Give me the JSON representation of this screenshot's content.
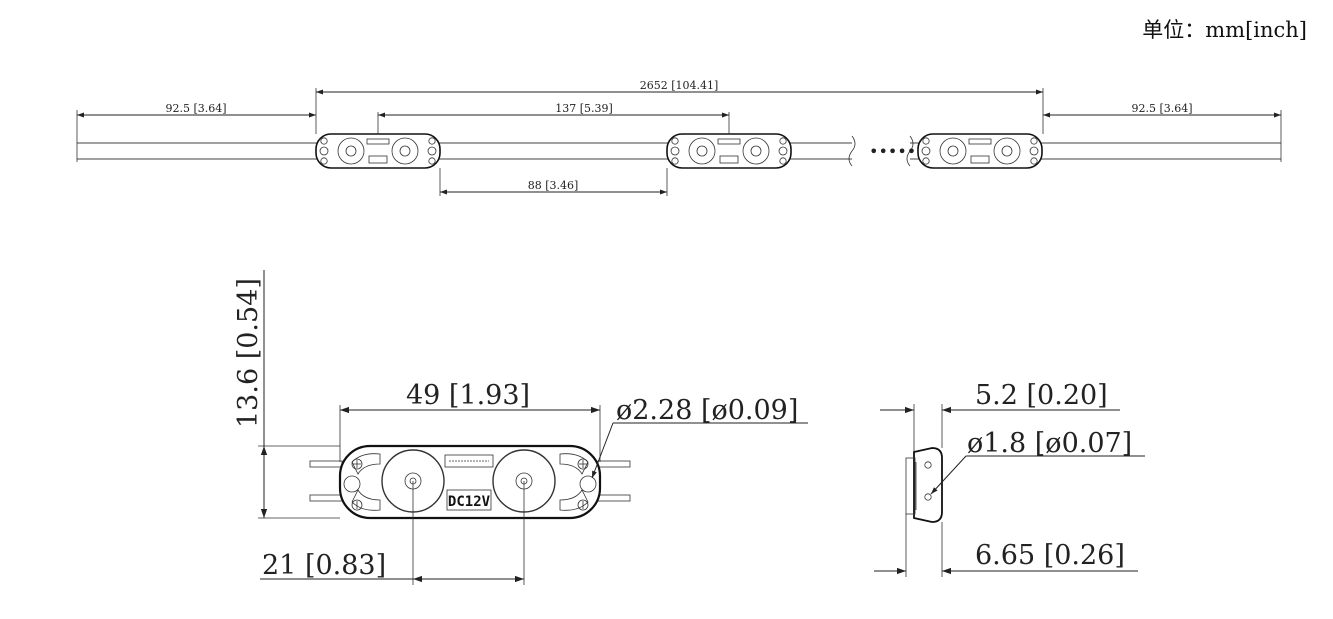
{
  "unit_label": "单位：mm[inch]",
  "top_strip": {
    "dims": {
      "left_lead": "92.5 [3.64]",
      "total_length": "2652 [104.41]",
      "module_pitch": "137 [5.39]",
      "right_lead": "92.5 [3.64]",
      "gap": "88 [3.46]"
    },
    "ellipsis": "•••••"
  },
  "module": {
    "voltage_label": "DC12V",
    "dims": {
      "height": "13.6 [0.54]",
      "length": "49 [1.93]",
      "hole_diameter": "ø2.28 [ø0.09]",
      "lens_spacing": "21 [0.83]"
    }
  },
  "side_view": {
    "dims": {
      "thickness": "5.2 [0.20]",
      "wire_diameter": "ø1.8 [ø0.07]",
      "overall_depth": "6.65 [0.26]"
    }
  }
}
